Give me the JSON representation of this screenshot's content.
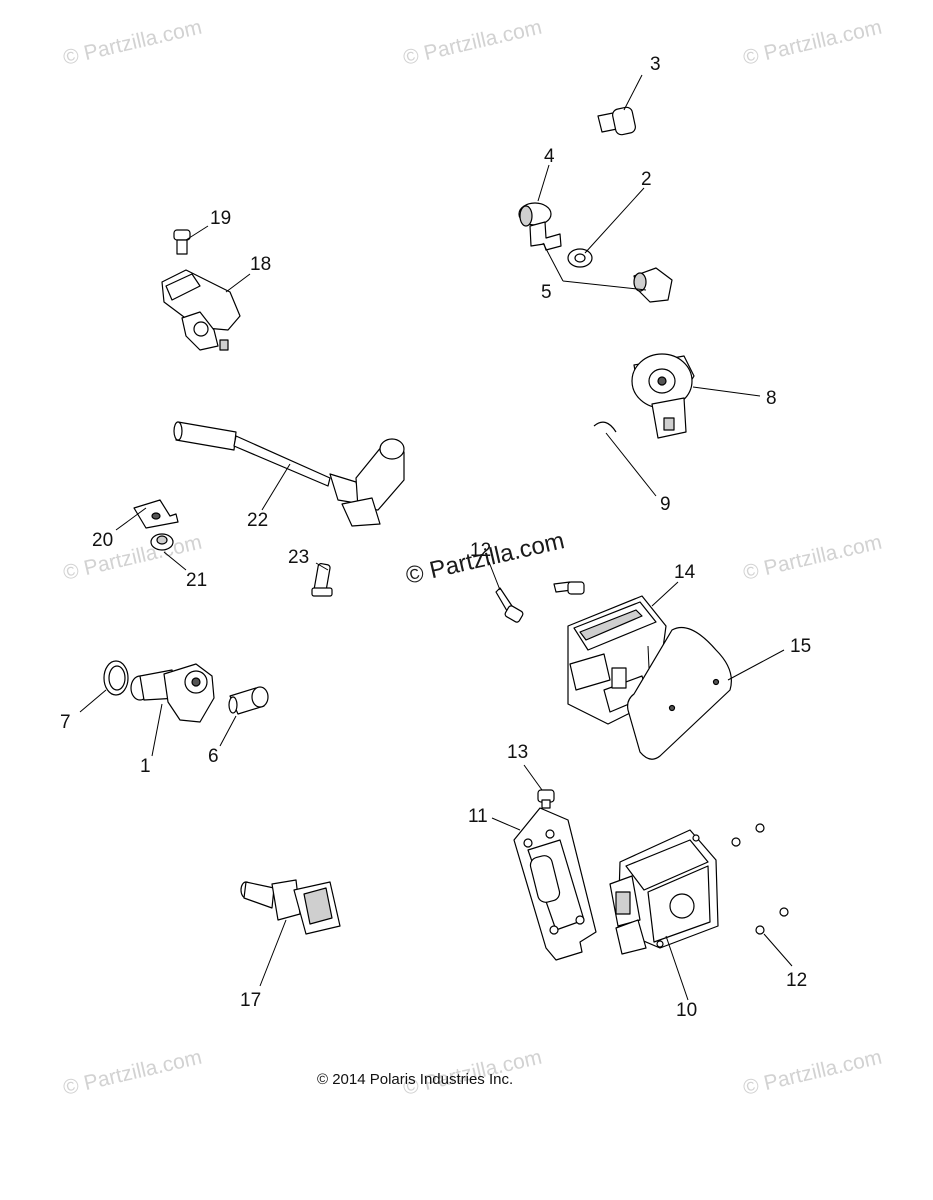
{
  "watermark_text": "© Partzilla.com",
  "center_watermark_text": "© Partzilla.com",
  "copyright": "© 2014 Polaris Industries Inc.",
  "callouts": {
    "c1": "1",
    "c2": "2",
    "c3": "3",
    "c4": "4",
    "c5": "5",
    "c6": "6",
    "c7": "7",
    "c8": "8",
    "c9": "9",
    "c10": "10",
    "c11": "11",
    "c12a": "12",
    "c12b": "12",
    "c13": "13",
    "c14": "14",
    "c15": "15",
    "c17": "17",
    "c18": "18",
    "c19": "19",
    "c20": "20",
    "c21": "21",
    "c22": "22",
    "c23": "23"
  }
}
